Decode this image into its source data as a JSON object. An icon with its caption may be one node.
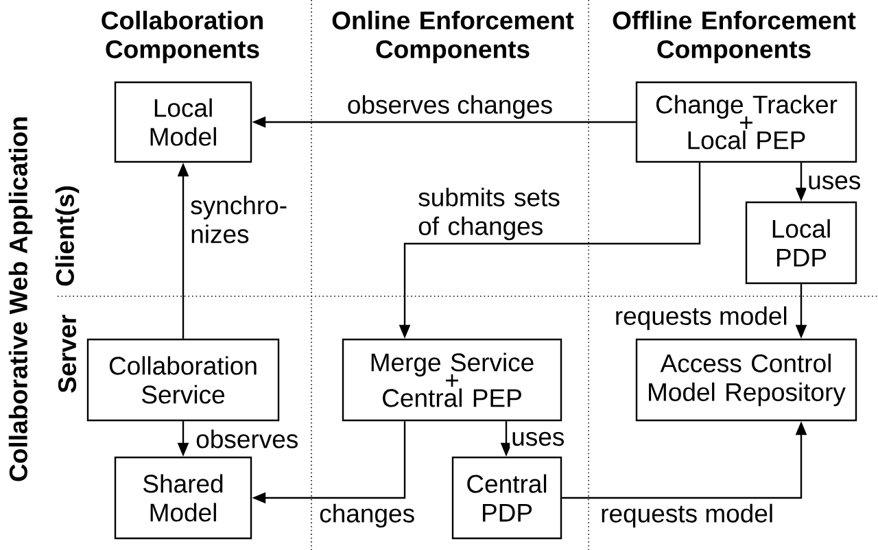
{
  "diagram": {
    "nodes": [
      {
        "text": [
          "Local Model"
        ]
      },
      {
        "text": [
          "Change Tracker",
          "+",
          "Local PEP"
        ]
      },
      {
        "text": [
          "Local PDP"
        ]
      },
      {
        "text": [
          "Collaboration Service"
        ]
      },
      {
        "text": [
          "Merge Service",
          "+",
          "Central PEP"
        ]
      },
      {
        "text": [
          "Access Control Model Repository"
        ]
      },
      {
        "text": [
          "Shared Model"
        ]
      },
      {
        "text": [
          "Central PDP"
        ]
      }
    ],
    "edges": [
      {
        "from": 1,
        "to": 0,
        "arrow": "to",
        "label": "observes changes"
      },
      {
        "from": 1,
        "to": 4,
        "arrow": "to",
        "label": "submits sets of changes"
      },
      {
        "from": 1,
        "to": 2,
        "arrow": "to",
        "label": "uses"
      },
      {
        "from": 3,
        "to": 0,
        "arrow": "to",
        "label": "synchro- nizes"
      },
      {
        "from": 3,
        "to": 6,
        "arrow": "to",
        "label": "observes"
      },
      {
        "from": 4,
        "to": 6,
        "arrow": "to",
        "label": "changes"
      },
      {
        "from": 4,
        "to": 7,
        "arrow": "to",
        "label": "uses"
      },
      {
        "from": 2,
        "to": 5,
        "arrow": "to",
        "label": "requests model"
      },
      {
        "from": 7,
        "to": 5,
        "arrow": "to",
        "label": "requests model"
      }
    ],
    "labels": [
      "Collaboration Components",
      "Online Enforcement Components",
      "Offline Enforcement Components",
      "Collaborative Web Application",
      "Client(s)",
      "Server"
    ]
  }
}
